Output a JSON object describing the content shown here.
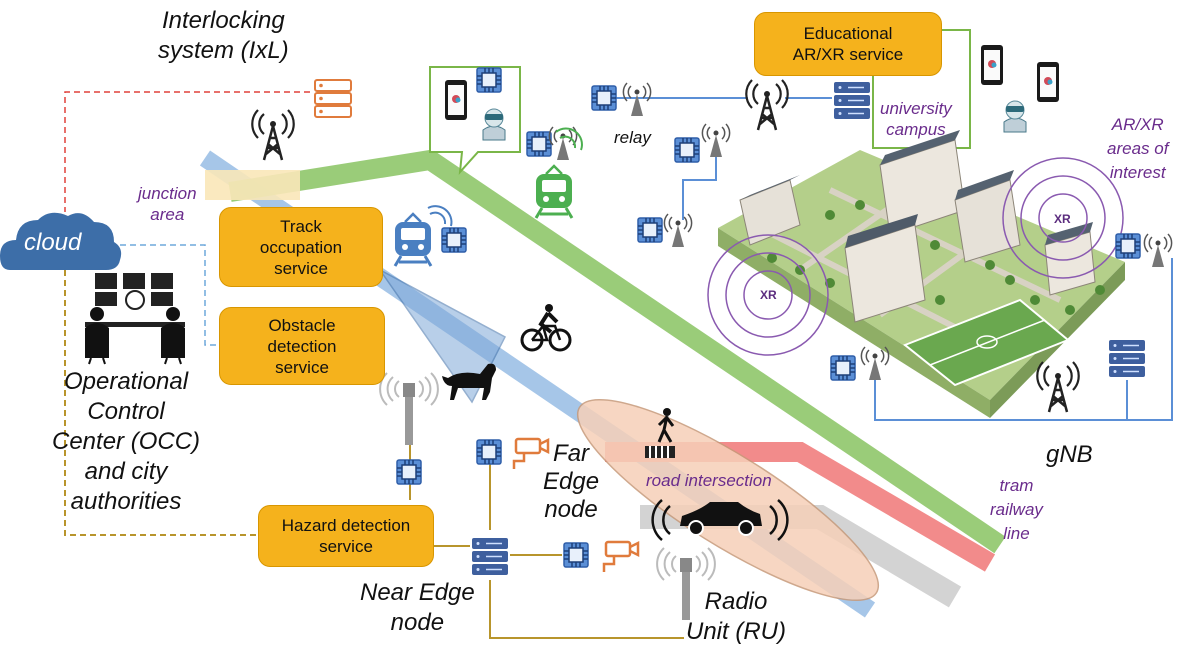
{
  "labels": {
    "ixl": [
      "Interlocking",
      "system (IxL)"
    ],
    "cloud": "cloud",
    "junction": [
      "junction",
      "area"
    ],
    "occ": [
      "Operational",
      "Control",
      "Center (OCC)",
      "and city",
      "authorities"
    ],
    "relay": "relay",
    "university": [
      "university",
      "campus"
    ],
    "arxr_areas": [
      "AR/XR",
      "areas of",
      "interest"
    ],
    "far_edge": [
      "Far",
      "Edge",
      "node"
    ],
    "road_intersection": "road intersection",
    "gnb": "gNB",
    "tram_line": [
      "tram",
      "railway",
      "line"
    ],
    "near_edge": [
      "Near Edge",
      "node"
    ],
    "radio_unit": [
      "Radio",
      "Unit (RU)"
    ],
    "xr_left": "XR",
    "xr_right": "XR"
  },
  "services": {
    "educational": [
      "Educational",
      "AR/XR service"
    ],
    "track": [
      "Track",
      "occupation",
      "service"
    ],
    "obstacle": [
      "Obstacle",
      "detection",
      "service"
    ],
    "hazard": [
      "Hazard detection",
      "service"
    ]
  },
  "colors": {
    "service_fill": "#f5b21c",
    "edge_chip": "#5b8fd6",
    "server": "#3e5f9e",
    "tram_track": "#8fc66a",
    "blue_track": "#9dc0e6",
    "red_road": "#f28b8b",
    "grey_road": "#d3d3d3",
    "ellipse": "#f6d0b8",
    "dark_line": "#b8952c",
    "red_dashed": "#e0403a",
    "blue_dashed": "#6fa8dc",
    "purple_text": "#6a2c8c"
  },
  "icons": [
    "cloud-icon",
    "server-icon",
    "chip-icon",
    "antenna-icon",
    "radio-tower-icon",
    "train-icon",
    "camera-icon",
    "cyclist-icon",
    "dog-icon",
    "pedestrian-icon",
    "car-icon",
    "smartphone-icon",
    "vr-user-icon",
    "operators-icon",
    "campus-illustration"
  ]
}
